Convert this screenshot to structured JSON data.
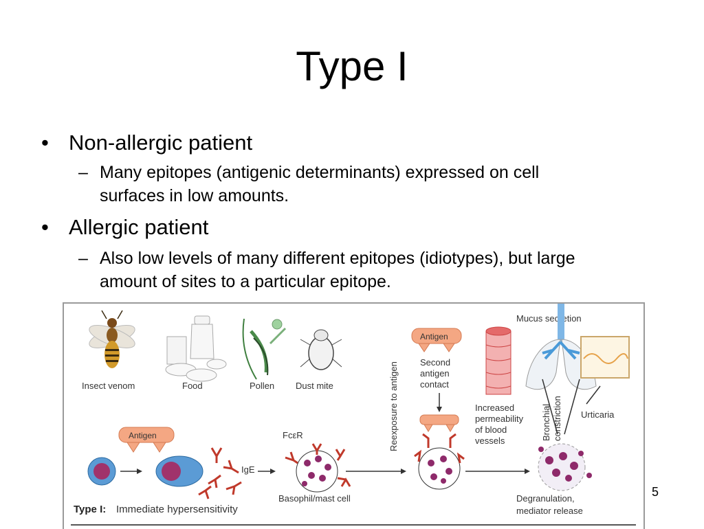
{
  "slide": {
    "title": "Type I",
    "page_number": "5",
    "bullets": [
      {
        "text": "Non-allergic patient",
        "sub": [
          "Many epitopes (antigenic determinants) expressed on cell",
          "surfaces in low amounts."
        ]
      },
      {
        "text": "Allergic patient",
        "sub": [
          "Also low levels of many different epitopes (idiotypes), but large",
          "amount of sites to a particular epitope."
        ]
      }
    ],
    "bullet_symbol": "•",
    "sub_symbol": "–"
  },
  "figure": {
    "labels": {
      "insect_venom": "Insect venom",
      "food": "Food",
      "pollen": "Pollen",
      "dust_mite": "Dust mite",
      "antigen_1": "Antigen",
      "antigen_2": "Antigen",
      "second_contact": [
        "Second",
        "antigen",
        "contact"
      ],
      "reexposure": "Reexposure to antigen",
      "ige": "IgE",
      "fcer": "FcεR",
      "basophil": "Basophil/mast cell",
      "mucus": "Mucus secretion",
      "increased_perm": [
        "Increased",
        "permeability",
        "of blood",
        "vessels"
      ],
      "bronchial": "Bronchial",
      "constriction": "constriction",
      "urticaria": "Urticaria",
      "degranulation": [
        "Degranulation,",
        "mediator release"
      ],
      "caption_bold": "Type I:",
      "caption_rest": "Immediate hypersensitivity"
    },
    "colors": {
      "antigen": "#f4a783",
      "cell_blue": "#5b9bd5",
      "nucleus": "#a0336b",
      "granule": "#8e2a6a",
      "ige": "#c0392b",
      "vessel": "#e46a6a",
      "lung": "#7fb7e6"
    }
  }
}
